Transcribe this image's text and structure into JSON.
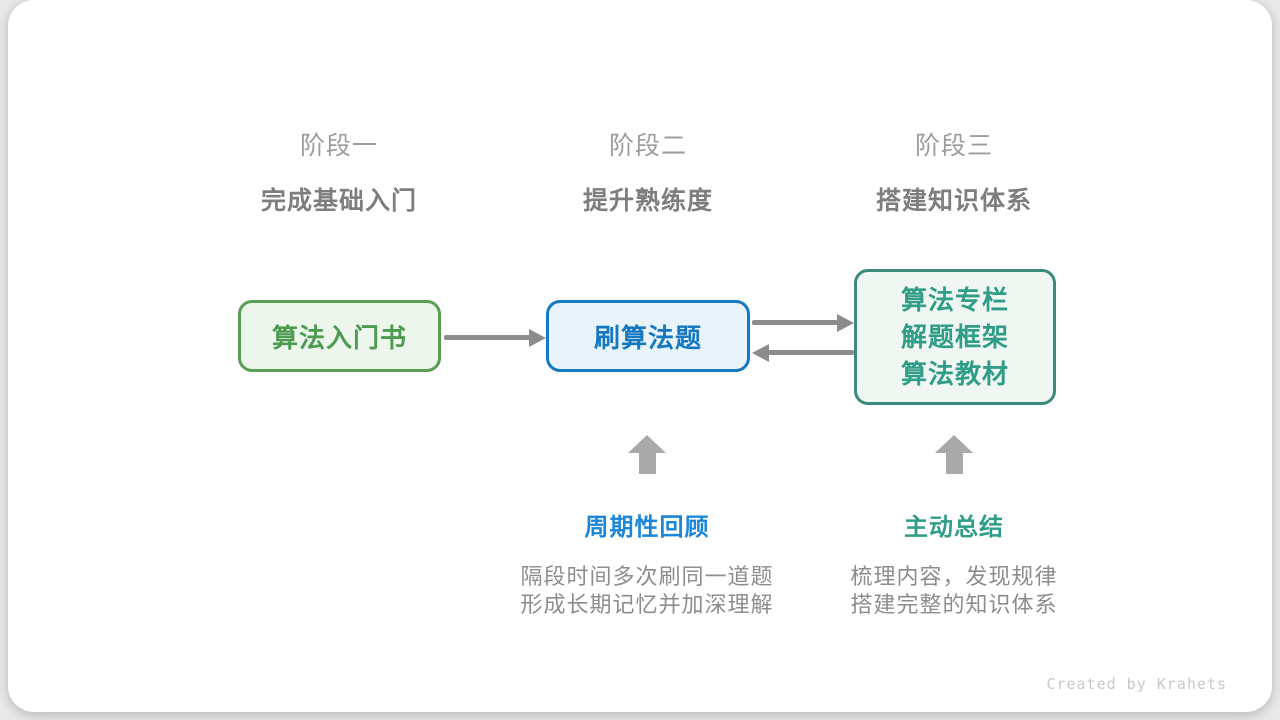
{
  "stages": [
    {
      "label": "阶段一",
      "subtitle": "完成基础入门"
    },
    {
      "label": "阶段二",
      "subtitle": "提升熟练度"
    },
    {
      "label": "阶段三",
      "subtitle": "搭建知识体系"
    }
  ],
  "nodes": {
    "intro_book": {
      "label": "算法入门书"
    },
    "practice": {
      "label": "刷算法题"
    },
    "resources": {
      "lines": [
        "算法专栏",
        "解题框架",
        "算法教材"
      ]
    }
  },
  "annotations": [
    {
      "title": "周期性回顾",
      "desc_line1": "隔段时间多次刷同一道题",
      "desc_line2": "形成长期记忆并加深理解"
    },
    {
      "title": "主动总结",
      "desc_line1": "梳理内容，发现规律",
      "desc_line2": "搭建完整的知识体系"
    }
  ],
  "footer": {
    "credit": "Created by Krahets"
  },
  "colors": {
    "green_border": "#5a9e55",
    "green_text": "#4c9b51",
    "green_bg": "#edf6ec",
    "blue_border": "#1778c2",
    "blue_text": "#1778c2",
    "blue_bg": "#e9f3fb",
    "teal_border": "#3b8b7d",
    "teal_text": "#2f9d87",
    "teal_bg": "#f0f7f3",
    "annotation_blue": "#1c86d8",
    "annotation_teal": "#2f9d87",
    "arrow_gray": "#8c8c8c",
    "block_arrow_gray": "#a9a9a9",
    "stage_label_gray": "#9d9d9d",
    "stage_subtitle_gray": "#7e7e7e",
    "desc_gray": "#8d8d8d",
    "credit_gray": "#c9c9c9"
  }
}
